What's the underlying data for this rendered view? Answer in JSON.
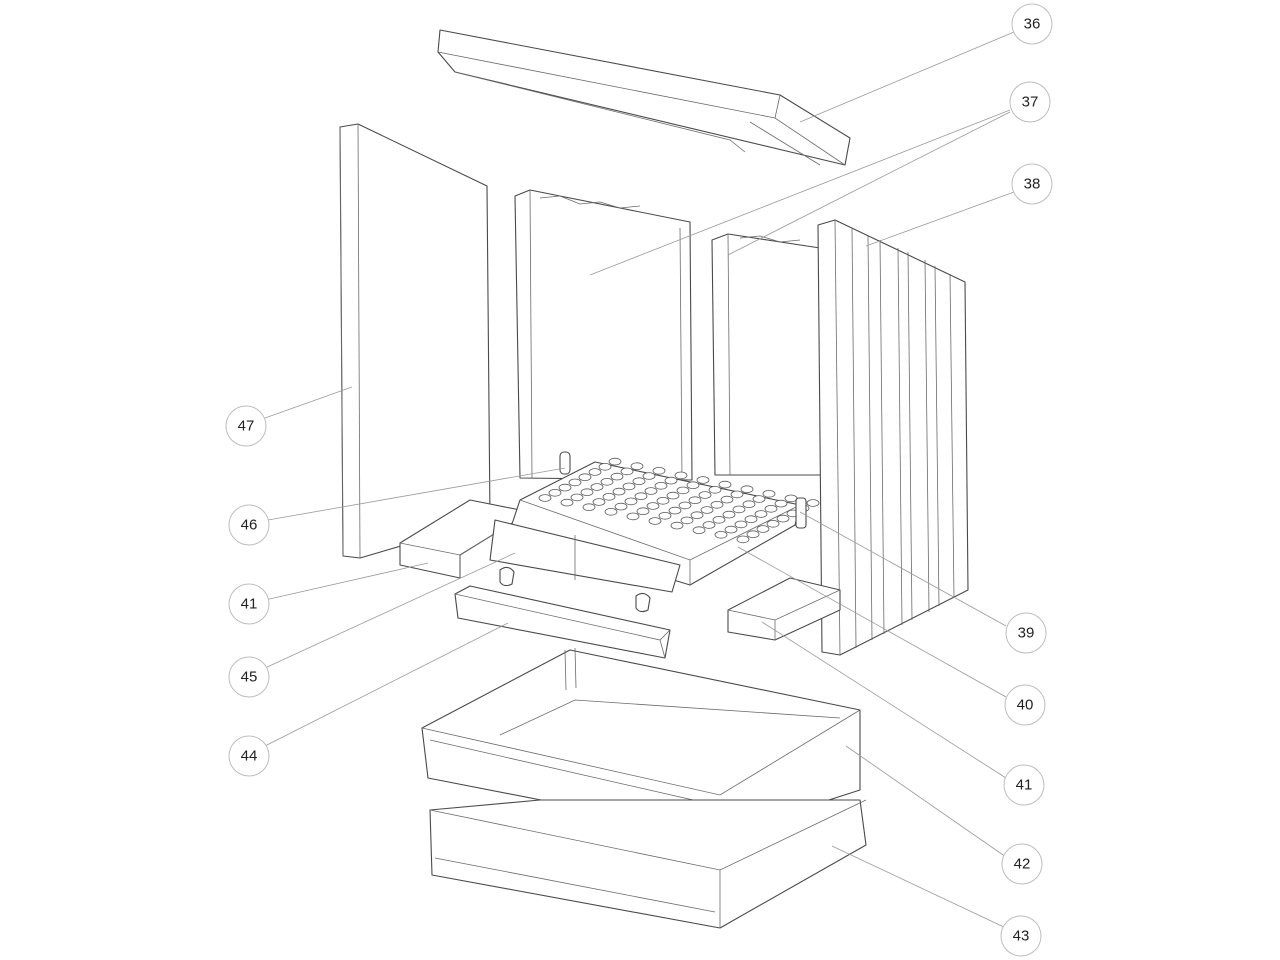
{
  "callouts": [
    {
      "id": "c36",
      "label": "36"
    },
    {
      "id": "c37",
      "label": "37"
    },
    {
      "id": "c38",
      "label": "38"
    },
    {
      "id": "c47",
      "label": "47"
    },
    {
      "id": "c46",
      "label": "46"
    },
    {
      "id": "c41a",
      "label": "41"
    },
    {
      "id": "c45",
      "label": "45"
    },
    {
      "id": "c44",
      "label": "44"
    },
    {
      "id": "c39",
      "label": "39"
    },
    {
      "id": "c40",
      "label": "40"
    },
    {
      "id": "c41b",
      "label": "41"
    },
    {
      "id": "c42",
      "label": "42"
    },
    {
      "id": "c43",
      "label": "43"
    }
  ]
}
